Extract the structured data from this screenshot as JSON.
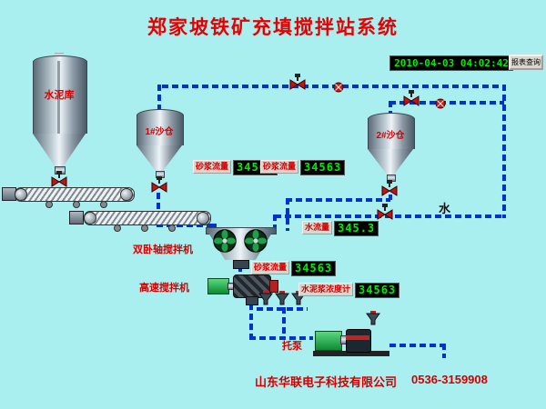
{
  "title": "郑家坡铁矿充填搅拌站系统",
  "header": {
    "datetime": "2010-04-03 04:02:42",
    "report_button": "报表查询"
  },
  "labels": {
    "cement_silo": "水泥库",
    "sand_silo_1": "1#沙仓",
    "sand_silo_2": "2#沙仓",
    "twin_shaft_mixer": "双卧轴搅拌机",
    "high_speed_mixer": "高速搅拌机",
    "pump": "托泵",
    "water": "水"
  },
  "meters": {
    "sand1_flow": {
      "label": "砂浆流量",
      "value": "34563"
    },
    "sand2_flow": {
      "label": "砂浆流量",
      "value": "34563"
    },
    "water_flow": {
      "label": "水流量",
      "value": "345.3"
    },
    "slurry_flow": {
      "label": "砂浆流量",
      "value": "34563"
    },
    "density": {
      "label": "水泥浆浓度计",
      "value": "34563"
    }
  },
  "footer": {
    "company": "山东华联电子科技有限公司",
    "phone": "0536-3159908"
  },
  "colors": {
    "background": "#A9EFEF",
    "pipe": "#0033CC",
    "title_red": "#E60000",
    "led_green": "#00EE00"
  }
}
